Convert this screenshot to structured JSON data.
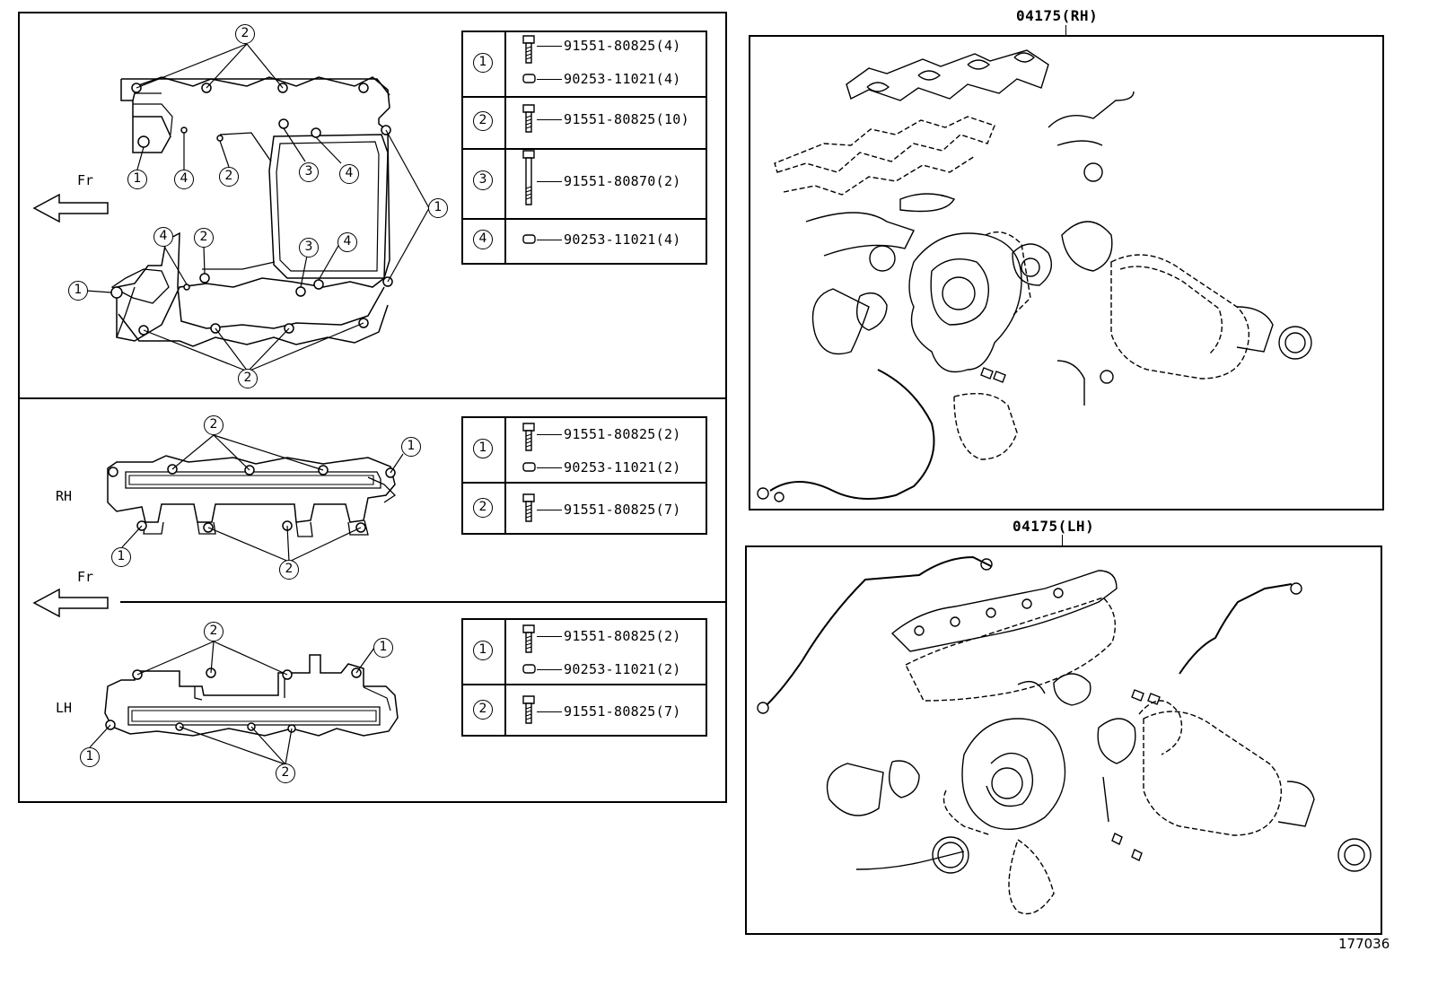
{
  "labels": {
    "front": "Fr",
    "rh": "RH",
    "lh": "LH",
    "rh_kit_title": "04175(RH)",
    "lh_kit_title": "04175(LH)",
    "figure_id": "177036"
  },
  "callout_tables": {
    "upper": [
      {
        "ref": "1",
        "parts": [
          {
            "kind": "bolt",
            "text": "91551-80825(4)"
          },
          {
            "kind": "nut",
            "text": "90253-11021(4)"
          }
        ]
      },
      {
        "ref": "2",
        "parts": [
          {
            "kind": "bolt",
            "text": "91551-80825(10)"
          }
        ]
      },
      {
        "ref": "3",
        "parts": [
          {
            "kind": "long-bolt",
            "text": "91551-80870(2)"
          }
        ]
      },
      {
        "ref": "4",
        "parts": [
          {
            "kind": "nut",
            "text": "90253-11021(4)"
          }
        ]
      }
    ],
    "rh": [
      {
        "ref": "1",
        "parts": [
          {
            "kind": "bolt",
            "text": "91551-80825(2)"
          },
          {
            "kind": "nut",
            "text": "90253-11021(2)"
          }
        ]
      },
      {
        "ref": "2",
        "parts": [
          {
            "kind": "bolt",
            "text": "91551-80825(7)"
          }
        ]
      }
    ],
    "lh": [
      {
        "ref": "1",
        "parts": [
          {
            "kind": "bolt",
            "text": "91551-80825(2)"
          },
          {
            "kind": "nut",
            "text": "90253-11021(2)"
          }
        ]
      },
      {
        "ref": "2",
        "parts": [
          {
            "kind": "bolt",
            "text": "91551-80825(7)"
          }
        ]
      }
    ]
  },
  "markers": {
    "one": "1",
    "two": "2",
    "three": "3",
    "four": "4"
  }
}
